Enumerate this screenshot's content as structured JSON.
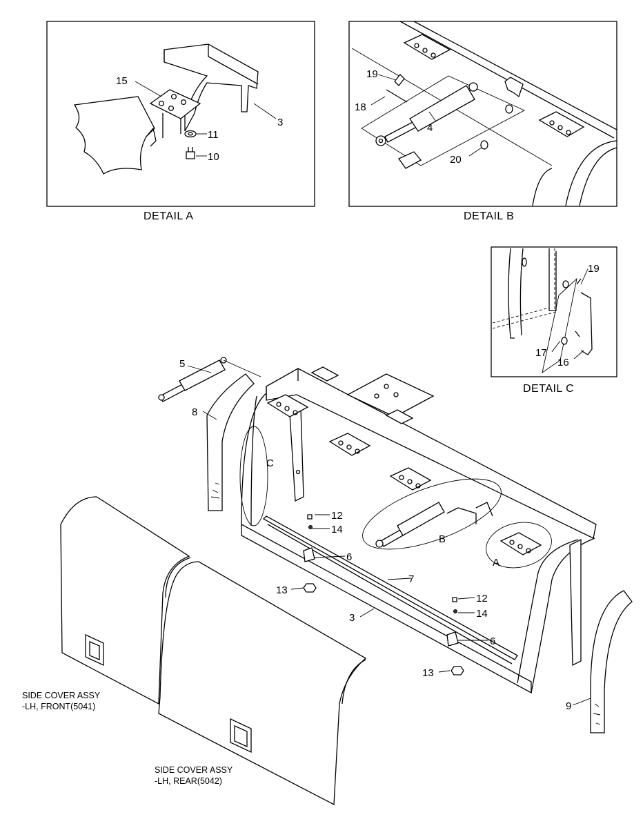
{
  "details": {
    "a": {
      "caption": "DETAIL  A",
      "parts": {
        "p15": "15",
        "p11": "11",
        "p10": "10",
        "p3": "3"
      }
    },
    "b": {
      "caption": "DETAIL B",
      "parts": {
        "p19": "19",
        "p18": "18",
        "p4": "4",
        "p20": "20"
      }
    },
    "c": {
      "caption": "DETAIL C",
      "parts": {
        "p19": "19",
        "p17": "17",
        "p16": "16"
      }
    }
  },
  "main": {
    "parts": {
      "p5": "5",
      "p8": "8",
      "p9": "9",
      "p3": "3",
      "p7": "7",
      "p12a": "12",
      "p14a": "14",
      "p6a": "6",
      "p13a": "13",
      "p12b": "12",
      "p14b": "14",
      "p6b": "6",
      "p13b": "13"
    },
    "callouts": {
      "a": "A",
      "b": "B",
      "c": "C"
    },
    "covers": {
      "front_line1": "SIDE COVER ASSY",
      "front_line2": "-LH, FRONT(5041)",
      "rear_line1": "SIDE COVER ASSY",
      "rear_line2": "-LH, REAR(5042)"
    }
  }
}
